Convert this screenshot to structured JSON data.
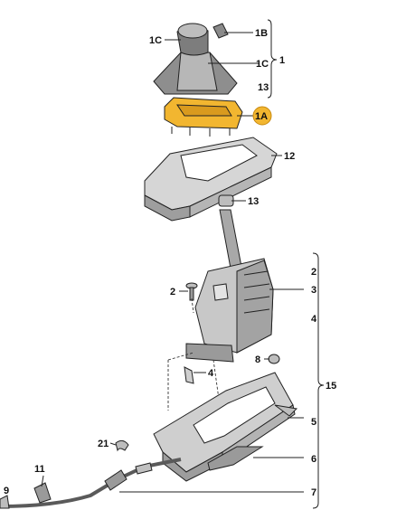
{
  "labels": {
    "l1c_top": "1C",
    "l1b": "1B",
    "l1c_mid": "1C",
    "l1": "1",
    "l13_top": "13",
    "l1a": "1A",
    "l12": "12",
    "l13_mid": "13",
    "l2_left": "2",
    "l2_right": "2",
    "l3": "3",
    "l4_right": "4",
    "l4_left": "4",
    "l8": "8",
    "l15": "15",
    "l5": "5",
    "l21": "21",
    "l6": "6",
    "l11": "11",
    "l9": "9",
    "l7": "7"
  },
  "colors": {
    "highlight": "#f2b630",
    "part_light": "#e4e4e4",
    "part_mid": "#bdbdbd",
    "part_dark": "#8a8a8a",
    "line": "#222222"
  }
}
